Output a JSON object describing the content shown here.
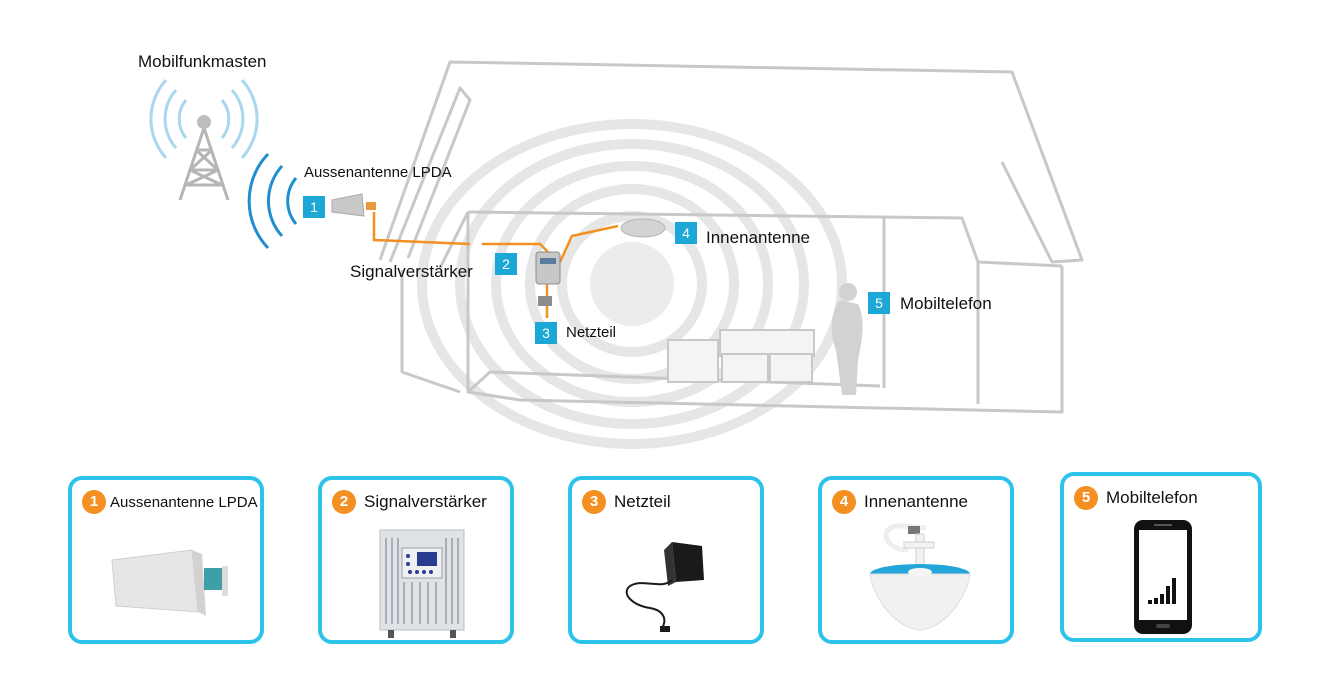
{
  "diagram": {
    "tower_label": "Mobilfunkmasten",
    "callouts": [
      {
        "num": "1",
        "label": "Aussenantenne LPDA"
      },
      {
        "num": "2",
        "label": "Signalverstärker"
      },
      {
        "num": "3",
        "label": "Netzteil"
      },
      {
        "num": "4",
        "label": "Innenantenne"
      },
      {
        "num": "5",
        "label": "Mobiltelefon"
      }
    ]
  },
  "products": [
    {
      "num": "1",
      "label": "Aussenantenne LPDA",
      "icon": "lpda-antenna-icon"
    },
    {
      "num": "2",
      "label": "Signalverstärker",
      "icon": "signal-booster-icon"
    },
    {
      "num": "3",
      "label": "Netzteil",
      "icon": "power-adapter-icon"
    },
    {
      "num": "4",
      "label": "Innenantenne",
      "icon": "indoor-antenna-icon"
    },
    {
      "num": "5",
      "label": "Mobiltelefon",
      "icon": "smartphone-icon"
    }
  ],
  "colors": {
    "badge": "#1ba8d6",
    "card_border": "#2cc2ea",
    "card_number": "#f39021",
    "cable": "#f39021",
    "house_outline": "#c8c8c8"
  }
}
